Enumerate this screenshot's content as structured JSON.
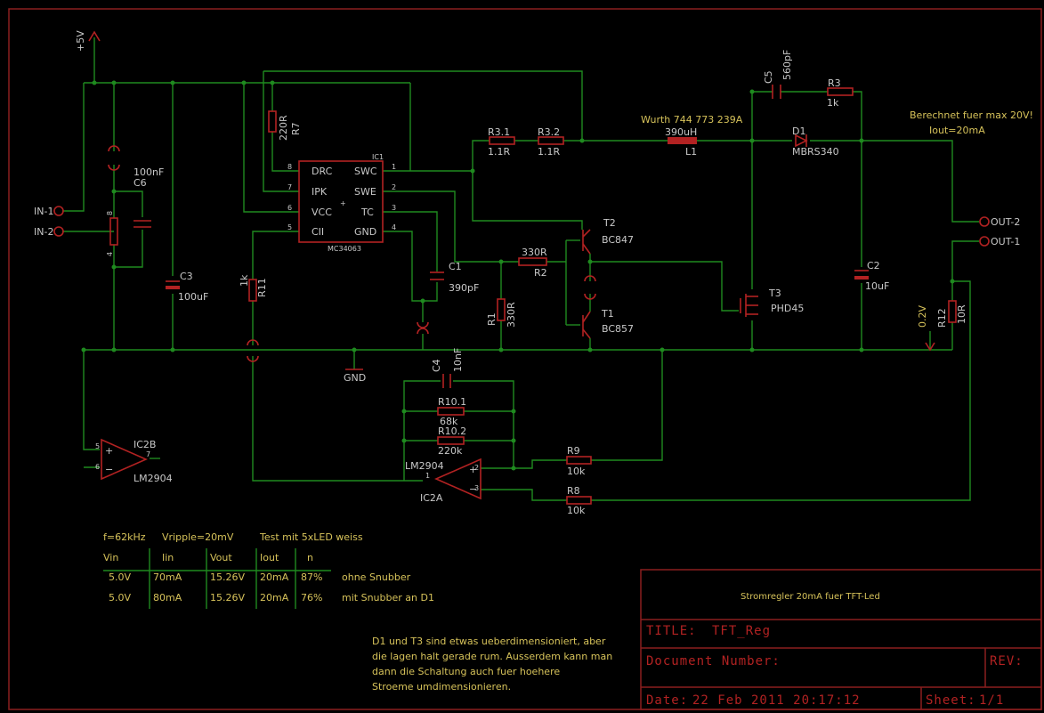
{
  "supply": {
    "label": "+5V",
    "gnd": "GND"
  },
  "connectors": {
    "in1": "IN-1",
    "in2": "IN-2",
    "out2": "OUT-2",
    "out1": "OUT-1"
  },
  "ic1": {
    "name": "IC1",
    "type": "MC34063",
    "pins_left": [
      "DRC",
      "IPK",
      "VCC",
      "CII"
    ],
    "pins_right": [
      "SWC",
      "SWE",
      "TC",
      "GND"
    ],
    "pin_nums_left": [
      "8",
      "7",
      "6",
      "5"
    ],
    "pin_nums_right": [
      "1",
      "2",
      "3",
      "4"
    ]
  },
  "parts": {
    "c6": {
      "name": "C6",
      "value": "100nF"
    },
    "c3": {
      "name": "C3",
      "value": "100uF"
    },
    "r7": {
      "name": "R7",
      "value": "220R"
    },
    "r11": {
      "name": "R11",
      "value": "1k"
    },
    "r31": {
      "name": "R3.1",
      "value": "1.1R"
    },
    "r32": {
      "name": "R3.2",
      "value": "1.1R"
    },
    "l1": {
      "name": "L1",
      "value": "390uH",
      "desc": "Wurth 744 773 239A"
    },
    "c5": {
      "name": "C5",
      "value": "560pF"
    },
    "r3": {
      "name": "R3",
      "value": "1k"
    },
    "d1": {
      "name": "D1",
      "value": "MBRS340"
    },
    "c2": {
      "name": "C2",
      "value": "10uF"
    },
    "c1": {
      "name": "C1",
      "value": "390pF"
    },
    "r2": {
      "name": "R2",
      "value": "330R"
    },
    "r1": {
      "name": "R1",
      "value": "330R"
    },
    "t2": {
      "name": "T2",
      "value": "BC847"
    },
    "t1": {
      "name": "T1",
      "value": "BC857"
    },
    "t3": {
      "name": "T3",
      "value": "PHD45"
    },
    "r12": {
      "name": "R12",
      "value": "10R"
    },
    "c4": {
      "name": "C4",
      "value": "10nF"
    },
    "r101": {
      "name": "R10.1",
      "value": "68k"
    },
    "r102": {
      "name": "R10.2",
      "value": "220k"
    },
    "r9": {
      "name": "R9",
      "value": "10k"
    },
    "r8": {
      "name": "R8",
      "value": "10k"
    },
    "ic2a": {
      "name": "IC2A",
      "value": "LM2904"
    },
    "ic2b": {
      "name": "IC2B",
      "value": "LM2904"
    },
    "ic2_pins": {
      "p8": "8",
      "p4": "4"
    }
  },
  "notes": {
    "design": "Berechnet fuer max 20V!",
    "iout": "Iout=20mA",
    "sense": "0.2V",
    "freq": "f=62kHz",
    "ripple": "Vripple=20mV",
    "test": "Test mit 5xLED weiss",
    "remark": [
      "D1 und T3 sind etwas ueberdimensioniert, aber",
      "die lagen halt gerade rum. Ausserdem kann man",
      "dann die Schaltung auch fuer hoehere",
      "Stroeme umdimensionieren."
    ]
  },
  "measure_table": {
    "headers": [
      "Vin",
      "Iin",
      "Vout",
      "Iout",
      "n"
    ],
    "rows": [
      {
        "cells": [
          "5.0V",
          "70mA",
          "15.26V",
          "20mA",
          "87%"
        ],
        "note": "ohne Snubber"
      },
      {
        "cells": [
          "5.0V",
          "80mA",
          "15.26V",
          "20mA",
          "76%"
        ],
        "note": "mit Snubber an D1"
      }
    ]
  },
  "title_block": {
    "description": "Stromregler 20mA fuer TFT-Led",
    "title_label": "TITLE:",
    "title": "TFT_Reg",
    "doc_label": "Document Number:",
    "rev_label": "REV:",
    "date_label": "Date:",
    "date": "22 Feb 2011 20:17:12",
    "sheet_label": "Sheet:",
    "sheet": "1/1"
  },
  "colors": {
    "wire": "#1f8a1f",
    "part": "#b22222",
    "text": "#c8c8c8",
    "annotation": "#d6c25a",
    "background": "#000000"
  }
}
